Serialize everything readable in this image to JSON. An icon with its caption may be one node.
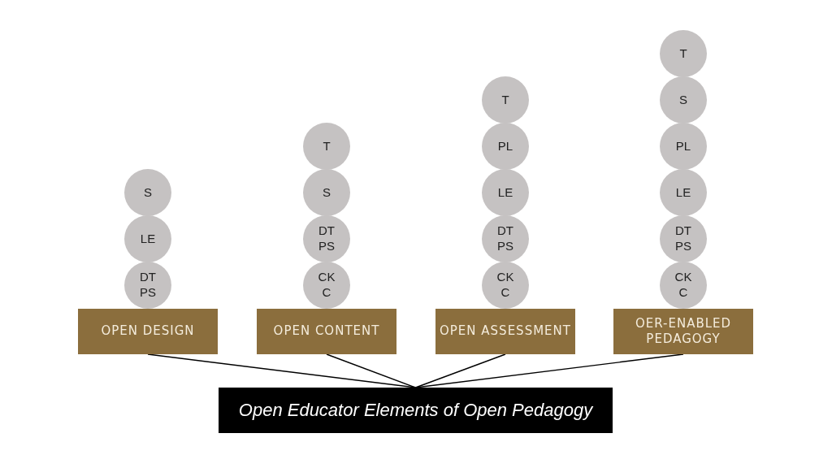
{
  "diagram": {
    "nodes": [
      {
        "text": [
          "S"
        ]
      },
      {
        "text": [
          "LE"
        ]
      },
      {
        "text": [
          "DT PS"
        ]
      },
      {
        "text": [
          "OPEN DESIGN"
        ]
      },
      {
        "text": [
          "T"
        ]
      },
      {
        "text": [
          "S"
        ]
      },
      {
        "text": [
          "DT PS"
        ]
      },
      {
        "text": [
          "CK C"
        ]
      },
      {
        "text": [
          "OPEN CONTENT"
        ]
      },
      {
        "text": [
          "T"
        ]
      },
      {
        "text": [
          "PL"
        ]
      },
      {
        "text": [
          "LE"
        ]
      },
      {
        "text": [
          "DT PS"
        ]
      },
      {
        "text": [
          "CK C"
        ]
      },
      {
        "text": [
          "OPEN ASSESSMENT"
        ]
      },
      {
        "text": [
          "T"
        ]
      },
      {
        "text": [
          "S"
        ]
      },
      {
        "text": [
          "PL"
        ]
      },
      {
        "text": [
          "LE"
        ]
      },
      {
        "text": [
          "DT PS"
        ]
      },
      {
        "text": [
          "CK C"
        ]
      },
      {
        "text": [
          "OER-ENABLED PEDAGOGY"
        ]
      },
      {
        "text": [
          "Open Educator Elements of Open Pedagogy"
        ]
      }
    ],
    "edges": [
      {
        "from": 3,
        "to": 22,
        "arrow": "none"
      },
      {
        "from": 8,
        "to": 22,
        "arrow": "none"
      },
      {
        "from": 14,
        "to": 22,
        "arrow": "none"
      },
      {
        "from": 21,
        "to": 22,
        "arrow": "none"
      }
    ]
  }
}
